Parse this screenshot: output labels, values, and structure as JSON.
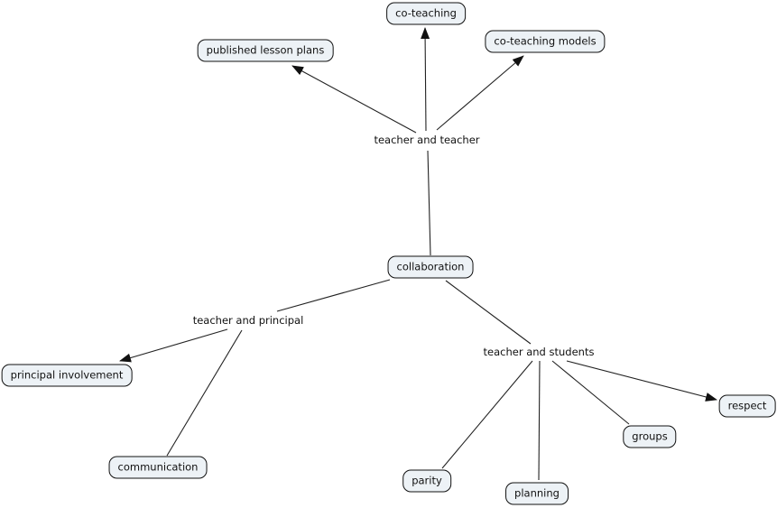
{
  "colors": {
    "background": "#ffffff",
    "node_fill": "#edf2f6",
    "node_border": "#111111",
    "line": "#222222",
    "text": "#111111"
  },
  "nodes": {
    "co_teaching": {
      "label": "co-teaching",
      "shape": "rounded-box"
    },
    "published_lesson_plans": {
      "label": "published lesson plans",
      "shape": "rounded-box"
    },
    "co_teaching_models": {
      "label": "co-teaching models",
      "shape": "rounded-box"
    },
    "teacher_and_teacher": {
      "label": "teacher and teacher",
      "shape": "plain-text"
    },
    "collaboration": {
      "label": "collaboration",
      "shape": "rounded-box"
    },
    "teacher_and_principal": {
      "label": "teacher and principal",
      "shape": "plain-text"
    },
    "principal_involvement": {
      "label": "principal involvement",
      "shape": "rounded-box"
    },
    "communication": {
      "label": "communication",
      "shape": "rounded-box"
    },
    "teacher_and_students": {
      "label": "teacher and students",
      "shape": "plain-text"
    },
    "parity": {
      "label": "parity",
      "shape": "rounded-box"
    },
    "planning": {
      "label": "planning",
      "shape": "rounded-box"
    },
    "groups": {
      "label": "groups",
      "shape": "rounded-box"
    },
    "respect": {
      "label": "respect",
      "shape": "rounded-box"
    }
  },
  "edges": [
    {
      "from": "teacher_and_teacher",
      "to": "co_teaching",
      "arrow": true,
      "points": [
        472,
        145,
        471,
        31
      ]
    },
    {
      "from": "teacher_and_teacher",
      "to": "published_lesson_plans",
      "arrow": true,
      "points": [
        461,
        147,
        324,
        73
      ]
    },
    {
      "from": "teacher_and_teacher",
      "to": "co_teaching_models",
      "arrow": true,
      "points": [
        484,
        144,
        580,
        62
      ]
    },
    {
      "from": "collaboration",
      "to": "teacher_and_teacher",
      "arrow": false,
      "points": [
        477,
        283,
        474,
        167
      ]
    },
    {
      "from": "collaboration",
      "to": "teacher_and_principal",
      "arrow": false,
      "points": [
        432,
        310,
        307,
        345
      ]
    },
    {
      "from": "collaboration",
      "to": "teacher_and_students",
      "arrow": false,
      "points": [
        494,
        311,
        588,
        381
      ]
    },
    {
      "from": "teacher_and_principal",
      "to": "principal_involvement",
      "arrow": true,
      "points": [
        252,
        365,
        133,
        400
      ]
    },
    {
      "from": "teacher_and_principal",
      "to": "communication",
      "arrow": false,
      "points": [
        268,
        366,
        185,
        505
      ]
    },
    {
      "from": "teacher_and_students",
      "to": "parity",
      "arrow": false,
      "points": [
        590,
        400,
        490,
        519
      ]
    },
    {
      "from": "teacher_and_students",
      "to": "planning",
      "arrow": false,
      "points": [
        598,
        400,
        597,
        532
      ]
    },
    {
      "from": "teacher_and_students",
      "to": "groups",
      "arrow": false,
      "points": [
        612,
        400,
        697,
        470
      ]
    },
    {
      "from": "teacher_and_students",
      "to": "respect",
      "arrow": true,
      "points": [
        628,
        400,
        794,
        443
      ]
    }
  ]
}
